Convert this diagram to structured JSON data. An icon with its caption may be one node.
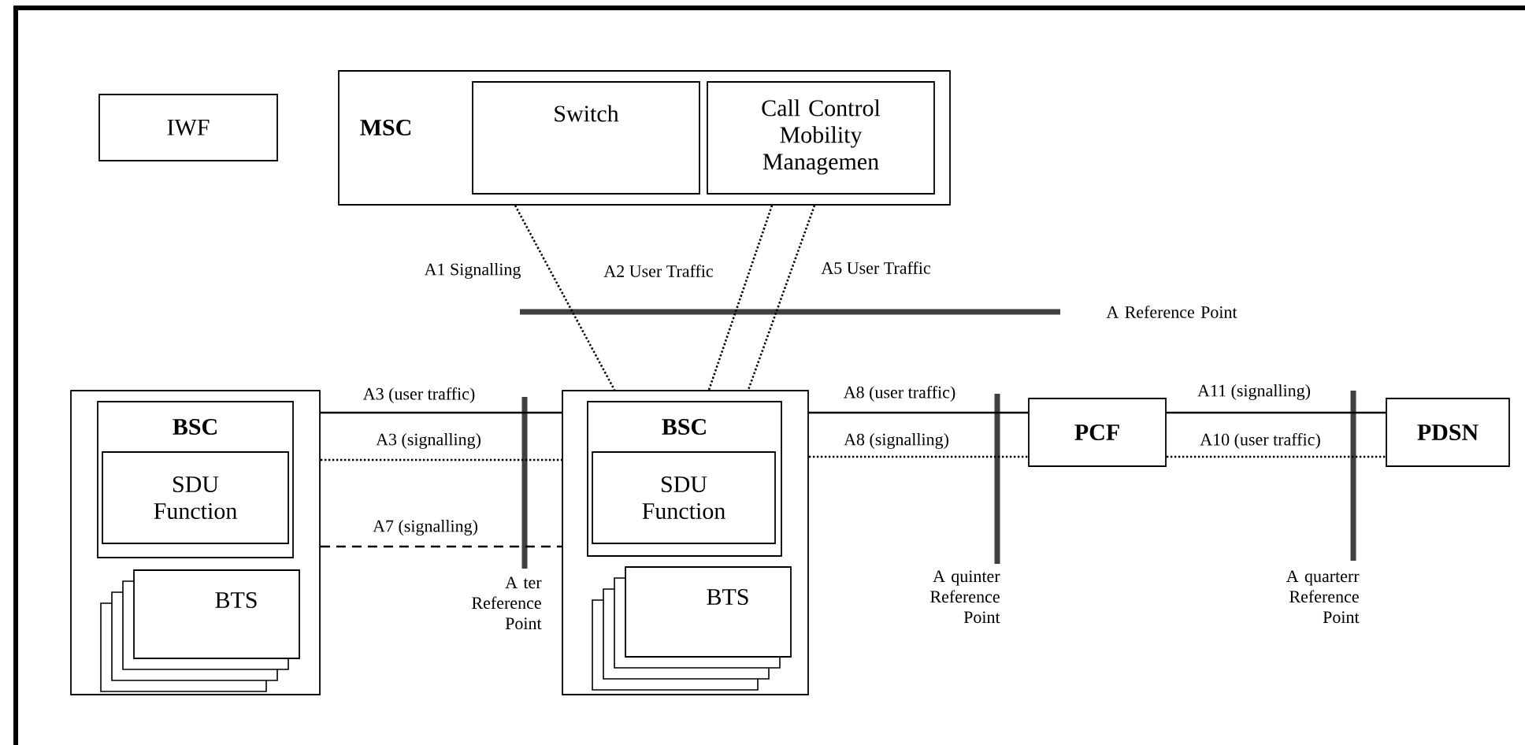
{
  "diagram": {
    "nodes": [
      {
        "text": [
          "IWF"
        ]
      },
      {
        "text": [
          "MSC"
        ]
      },
      {
        "text": [
          "Switch"
        ],
        "in": 1
      },
      {
        "text": [
          "Call Control Mobility Managemen"
        ],
        "in": 1
      },
      {
        "text": [],
        "shape": "box"
      },
      {
        "text": [
          "BSC"
        ],
        "in": 4
      },
      {
        "text": [
          "SDU Function"
        ],
        "in": 5
      },
      {
        "text": [
          "BTS"
        ],
        "in": 4
      },
      {
        "text": [],
        "shape": "box"
      },
      {
        "text": [
          "BSC"
        ],
        "in": 8
      },
      {
        "text": [
          "SDU Function"
        ],
        "in": 9
      },
      {
        "text": [
          "BTS"
        ],
        "in": 8
      },
      {
        "text": [
          "PCF"
        ]
      },
      {
        "text": [
          "PDSN"
        ]
      }
    ],
    "edges": [
      {
        "from": 1,
        "to": 8,
        "arrow": "none",
        "style": "dashed",
        "label": "A1 Signalling"
      },
      {
        "from": 1,
        "to": 8,
        "arrow": "none",
        "style": "dashed",
        "label": "A2 User Traffic"
      },
      {
        "from": 1,
        "to": 8,
        "arrow": "none",
        "style": "dashed",
        "label": "A5 User Traffic"
      },
      {
        "from": 4,
        "to": 8,
        "arrow": "none",
        "label": "A3 (user traffic)"
      },
      {
        "from": 4,
        "to": 8,
        "arrow": "none",
        "style": "dashed",
        "label": "A3 (signalling)"
      },
      {
        "from": 4,
        "to": 8,
        "arrow": "none",
        "style": "dashed",
        "label": "A7 (signalling)"
      },
      {
        "from": 8,
        "to": 12,
        "arrow": "none",
        "label": "A8 (user traffic)"
      },
      {
        "from": 8,
        "to": 12,
        "arrow": "none",
        "style": "dashed",
        "label": "A8 (signalling)"
      },
      {
        "from": 12,
        "to": 13,
        "arrow": "none",
        "label": "A11 (signalling)"
      },
      {
        "from": 12,
        "to": 13,
        "arrow": "none",
        "style": "dashed",
        "label": "A10 (user traffic)"
      }
    ],
    "labels": [
      "A Reference Point",
      "A ter Reference Point",
      "A quinter Reference Point",
      "A quarterr Reference Point"
    ]
  }
}
